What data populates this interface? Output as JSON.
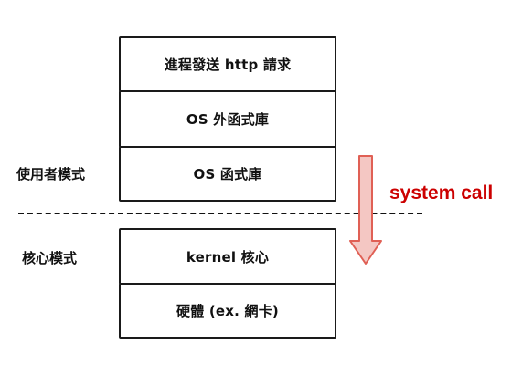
{
  "diagram": {
    "user_mode_label": "使用者模式",
    "kernel_mode_label": "核心模式",
    "layers": [
      "進程發送 http 請求",
      "OS 外函式庫",
      "OS 函式庫",
      "kernel 核心",
      "硬體 (ex. 網卡)"
    ],
    "system_call_label": "system call"
  },
  "colors": {
    "arrow_fill": "#f4c7c3",
    "arrow_stroke": "#e06055",
    "system_call_text": "#cc0000",
    "border": "#1a1a1a"
  }
}
